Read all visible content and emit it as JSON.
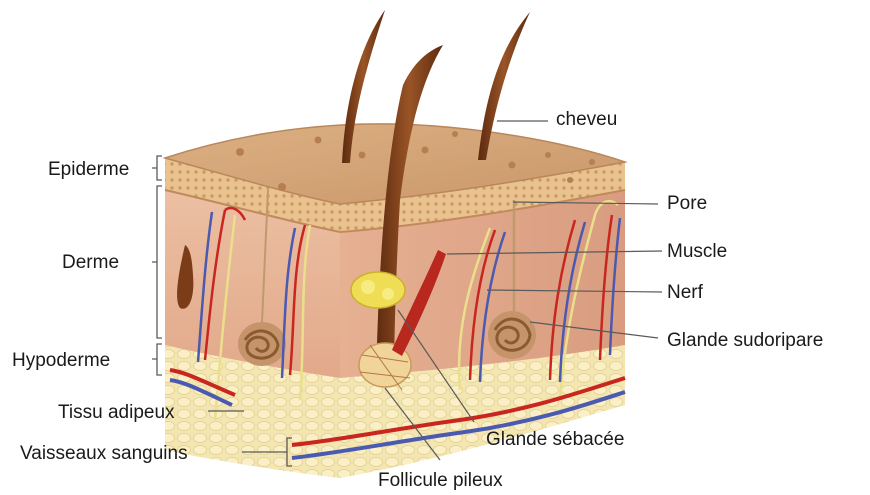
{
  "labels": {
    "left": {
      "epiderme": "Epiderme",
      "derme": "Derme",
      "hypoderme": "Hypoderme",
      "tissu_adipeux": "Tissu adipeux",
      "vaisseaux_sanguins": "Vaisseaux sanguins"
    },
    "right": {
      "cheveu": "cheveu",
      "pore": "Pore",
      "muscle": "Muscle",
      "nerf": "Nerf",
      "glande_sudoripare": "Glande sudoripare"
    },
    "bottom": {
      "glande_sebacee": "Glande sébacée",
      "follicule_pileux": "Follicule pileux"
    }
  },
  "colors": {
    "surface": "#d6a77a",
    "derme": "#e8b496",
    "hypoderme": "#f2e2a8",
    "artery": "#c8261e",
    "vein": "#4a5ab0",
    "nerve": "#eadf8a",
    "hair": "#7a3d18",
    "leader": "#5a5a5a"
  }
}
